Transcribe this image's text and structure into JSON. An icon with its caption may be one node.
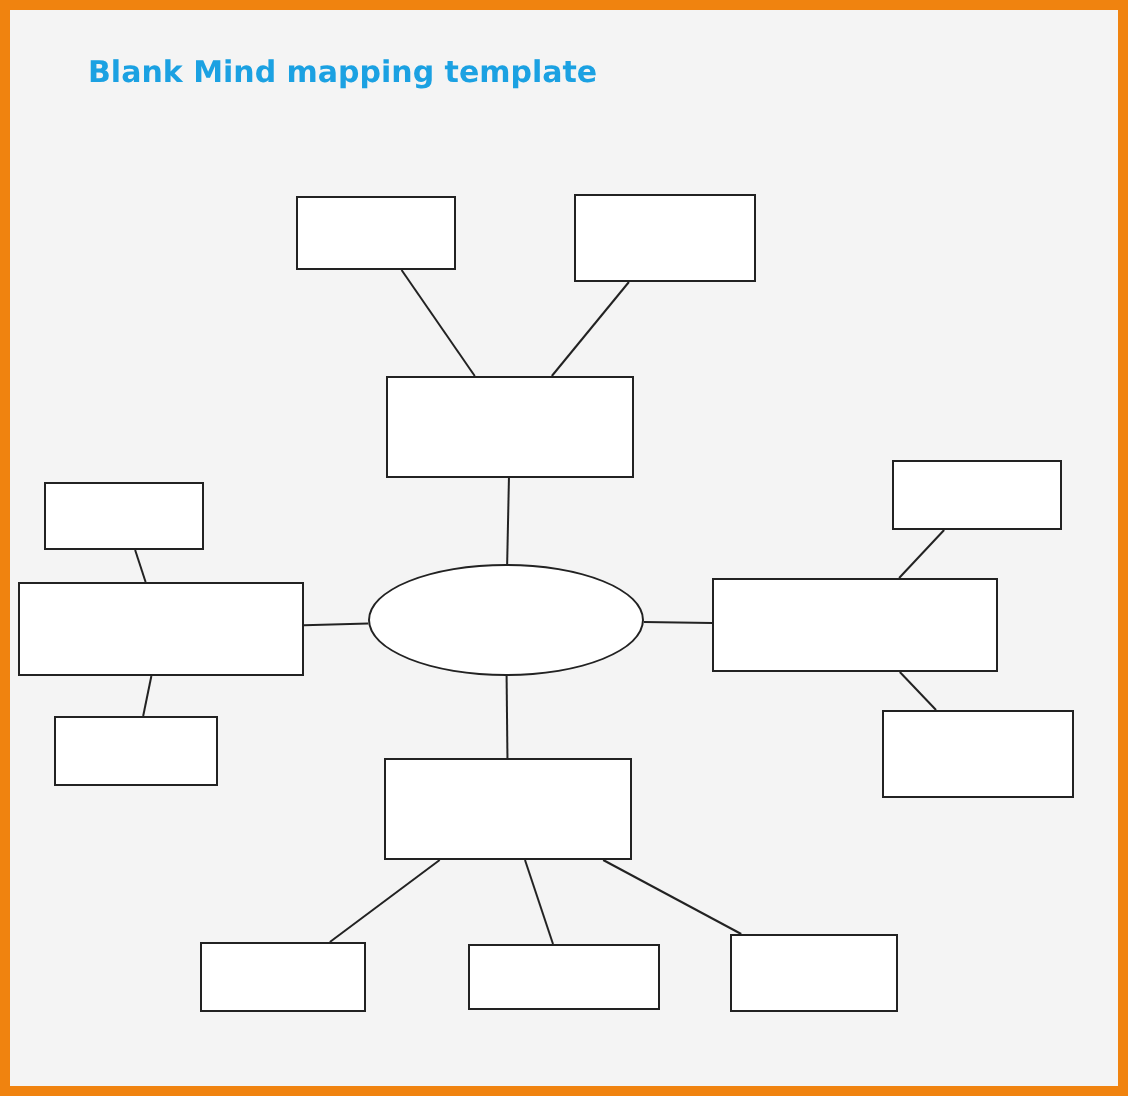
{
  "diagram": {
    "title": "Blank Mind mapping template",
    "nodes": [
      {
        "text": [],
        "shape": "box"
      },
      {
        "text": [],
        "shape": "box"
      },
      {
        "text": [],
        "shape": "box"
      },
      {
        "text": [],
        "shape": "box"
      },
      {
        "text": [],
        "shape": "box"
      },
      {
        "text": [],
        "shape": "box"
      },
      {
        "text": [],
        "shape": "ellipse"
      },
      {
        "text": [],
        "shape": "box"
      },
      {
        "text": [],
        "shape": "box"
      },
      {
        "text": [],
        "shape": "box"
      },
      {
        "text": [],
        "shape": "box"
      },
      {
        "text": [],
        "shape": "box"
      },
      {
        "text": [],
        "shape": "box"
      },
      {
        "text": [],
        "shape": "box"
      }
    ],
    "edges": [
      {
        "from": 6,
        "to": 2,
        "arrow": "none"
      },
      {
        "from": 2,
        "to": 0,
        "arrow": "none"
      },
      {
        "from": 2,
        "to": 1,
        "arrow": "none"
      },
      {
        "from": 6,
        "to": 5,
        "arrow": "none"
      },
      {
        "from": 5,
        "to": 4,
        "arrow": "none"
      },
      {
        "from": 5,
        "to": 9,
        "arrow": "none"
      },
      {
        "from": 6,
        "to": 7,
        "arrow": "none"
      },
      {
        "from": 7,
        "to": 3,
        "arrow": "none"
      },
      {
        "from": 7,
        "to": 8,
        "arrow": "none"
      },
      {
        "from": 6,
        "to": 10,
        "arrow": "none"
      },
      {
        "from": 10,
        "to": 11,
        "arrow": "none"
      },
      {
        "from": 10,
        "to": 12,
        "arrow": "none"
      },
      {
        "from": 10,
        "to": 13,
        "arrow": "none"
      }
    ]
  }
}
